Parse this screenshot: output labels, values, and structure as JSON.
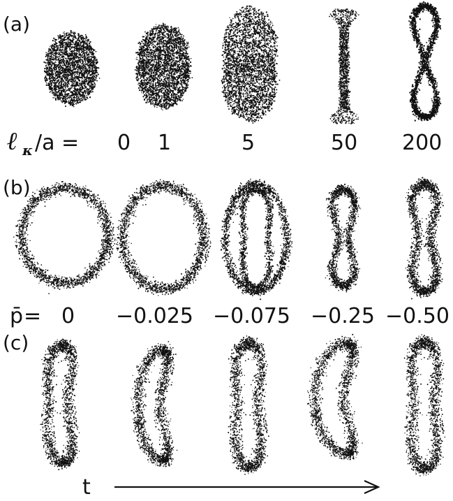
{
  "panels": [
    {
      "label": "(a)",
      "variable": {
        "symbol": "ℓ",
        "subscript": "κ",
        "tail": "/a = "
      },
      "values": [
        "0",
        "1",
        "5",
        "50",
        "200"
      ]
    },
    {
      "label": "(b)",
      "variable": {
        "symbol": "p̄",
        "tail": " = "
      },
      "values": [
        "0",
        "−0.025",
        "−0.075",
        "−0.25",
        "−0.50"
      ]
    },
    {
      "label": "(c)",
      "time_label": "t"
    }
  ],
  "colors": {
    "ink": "#111111",
    "background": "#ffffff"
  }
}
